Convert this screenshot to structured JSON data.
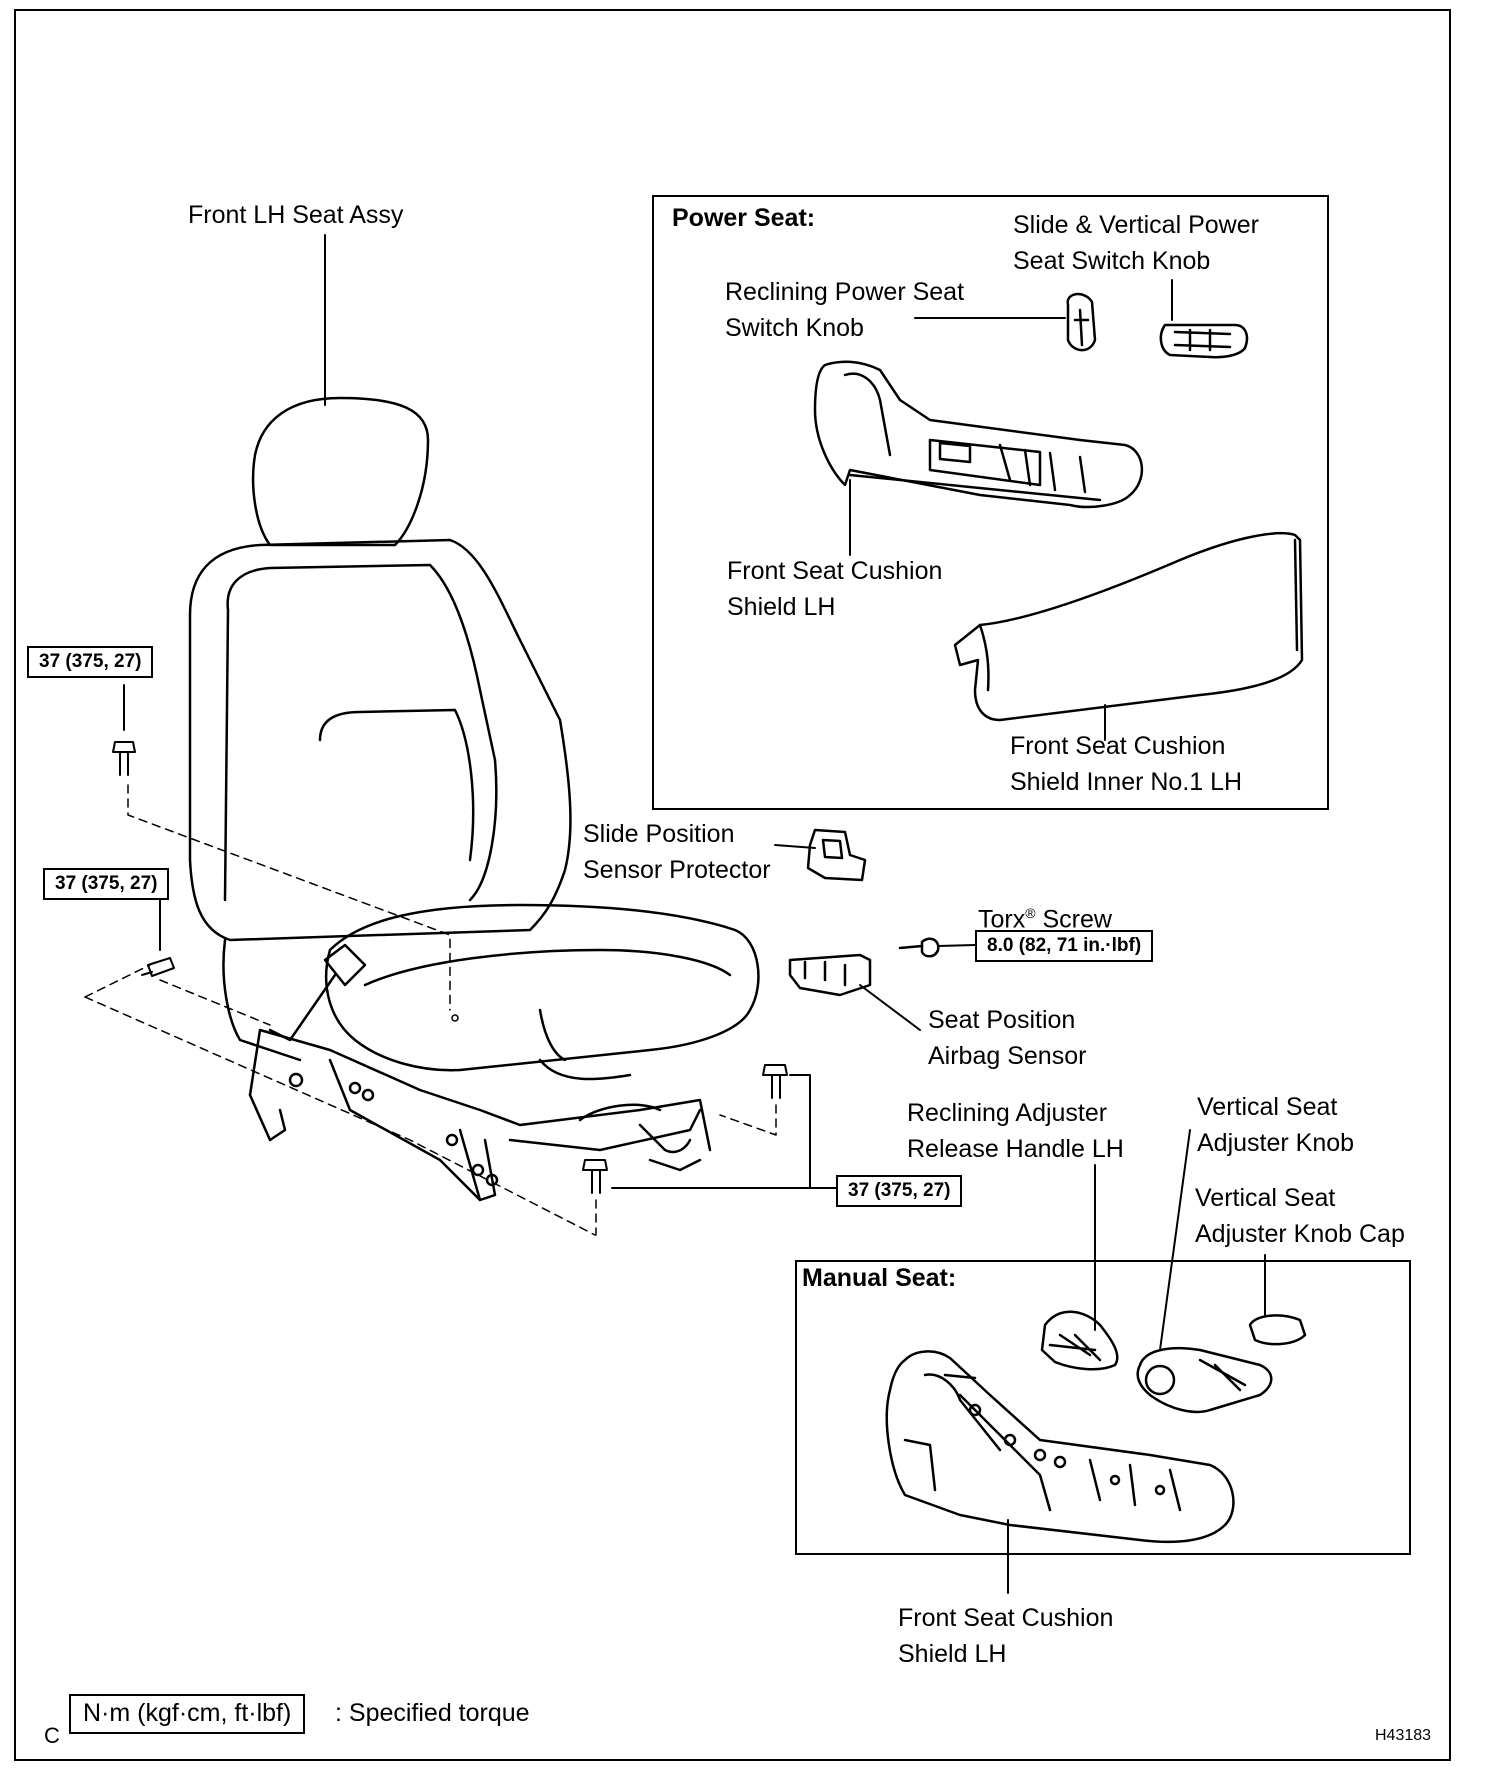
{
  "labels": {
    "front_lh_seat_assy": "Front LH Seat Assy",
    "power_seat_title": "Power Seat:",
    "slide_vertical_line1": "Slide & Vertical Power",
    "slide_vertical_line2": "Seat Switch Knob",
    "reclining_power_line1": "Reclining Power Seat",
    "reclining_power_line2": "Switch Knob",
    "shield_lh_line1": "Front Seat Cushion",
    "shield_lh_line2": "Shield LH",
    "shield_inner_line1": "Front Seat Cushion",
    "shield_inner_line2": "Shield Inner No.1 LH",
    "slide_pos_line1": "Slide Position",
    "slide_pos_line2": "Sensor Protector",
    "torx_name": "Torx",
    "torx_reg": "®",
    "torx_rest": " Screw",
    "seat_pos_line1": "Seat Position",
    "seat_pos_line2": "Airbag Sensor",
    "reclining_adj_line1": "Reclining Adjuster",
    "reclining_adj_line2": "Release Handle LH",
    "vert_knob_line1": "Vertical Seat",
    "vert_knob_line2": "Adjuster Knob",
    "vert_cap_line1": "Vertical Seat",
    "vert_cap_line2": "Adjuster Knob Cap",
    "manual_seat_title": "Manual Seat:",
    "manual_shield_line1": "Front Seat Cushion",
    "manual_shield_line2": "Shield LH"
  },
  "torques": {
    "bolt_top": "37 (375, 27)",
    "bolt_mid": "37 (375, 27)",
    "bolt_bottom": "37 (375, 27)",
    "torx": "8.0 (82, 71 in.·lbf)"
  },
  "legend": {
    "prefix": "C",
    "unit": "N·m (kgf·cm, ft·lbf)",
    "text": ": Specified torque"
  },
  "figure_id": "H43183"
}
